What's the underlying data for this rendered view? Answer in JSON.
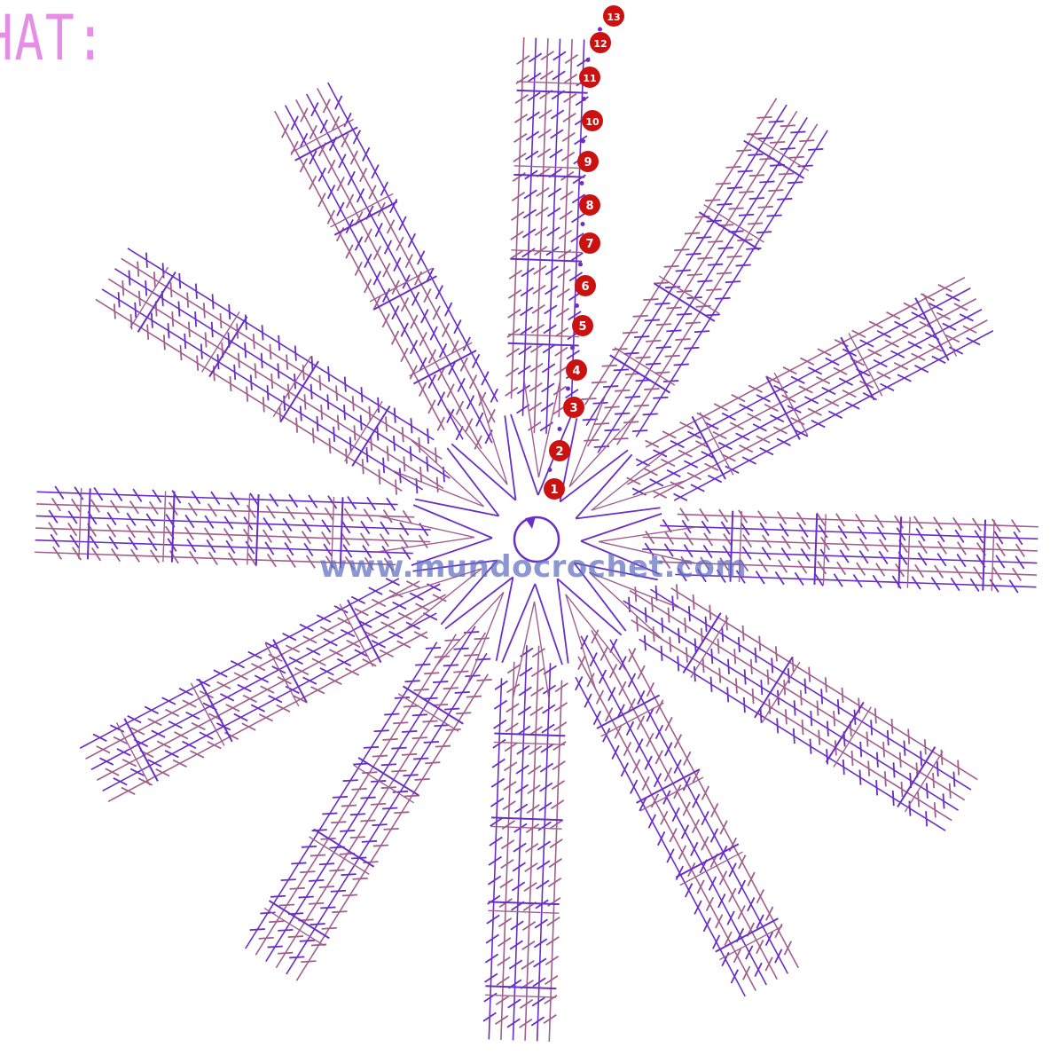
{
  "title": "HAT:",
  "watermark": "www.mundocrochet.com",
  "colors": {
    "background": "#ffffff",
    "title": "#e58ee6",
    "stitch_dark": "#6a2fc4",
    "stitch_light": "#a05f8f",
    "row_marker": "#cc1111",
    "watermark": "#5f6ebe"
  },
  "diagram": {
    "arm_count": 12,
    "row_numbers": [
      "1",
      "2",
      "3",
      "4",
      "5",
      "6",
      "7",
      "8",
      "9",
      "10",
      "11",
      "12",
      "13"
    ]
  }
}
